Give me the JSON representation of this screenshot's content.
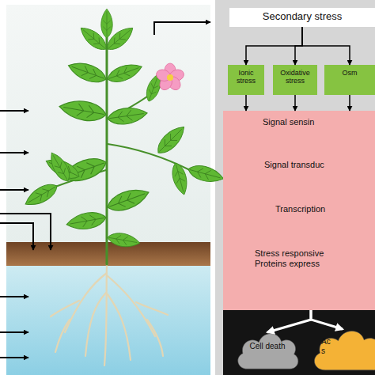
{
  "diagram": {
    "nodes": [
      {
        "text": [
          "Secondary stress"
        ]
      },
      {
        "text": [
          "Ionic stress"
        ]
      },
      {
        "text": [
          "Oxidative stress"
        ]
      },
      {
        "text": [
          "Osm"
        ]
      },
      {
        "text": [
          "Signal sensin",
          "Signal transduc",
          "Transcription",
          "Stress responsive Proteins express"
        ]
      },
      {
        "text": [
          "Cell death"
        ]
      },
      {
        "text": [
          "Ac s"
        ]
      }
    ],
    "edges": [
      {
        "from": 0,
        "to": 1,
        "arrow": "to"
      },
      {
        "from": 0,
        "to": 2,
        "arrow": "to"
      },
      {
        "from": 0,
        "to": 3,
        "arrow": "to"
      },
      {
        "from": 1,
        "to": 4,
        "arrow": "to"
      },
      {
        "from": 2,
        "to": 4,
        "arrow": "to"
      },
      {
        "from": 3,
        "to": 4,
        "arrow": "to"
      },
      {
        "from": 4,
        "to": 5,
        "arrow": "to"
      },
      {
        "from": 4,
        "to": 6,
        "arrow": "to"
      }
    ]
  }
}
